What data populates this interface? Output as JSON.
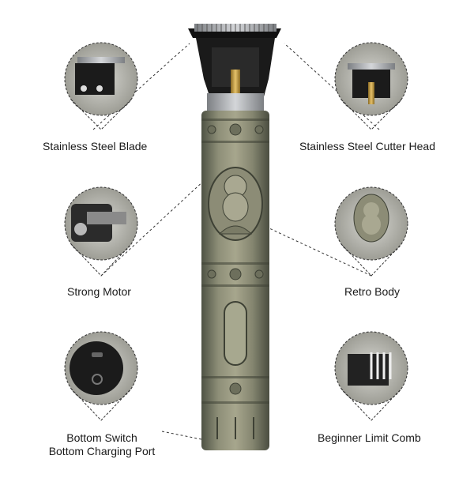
{
  "callouts": {
    "blade": "Stainless Steel Blade",
    "cutter_head": "Stainless Steel Cutter Head",
    "motor": "Strong Motor",
    "body": "Retro Body",
    "bottom_line1": "Bottom Switch",
    "bottom_line2": "Bottom Charging Port",
    "comb": "Beginner Limit Comb"
  },
  "colors": {
    "body_bronze": "#8a8a72",
    "body_dark": "#4f5244",
    "gold": "#c9a24a",
    "blade_steel": "#b9bcc0",
    "black": "#1b1b1b"
  }
}
